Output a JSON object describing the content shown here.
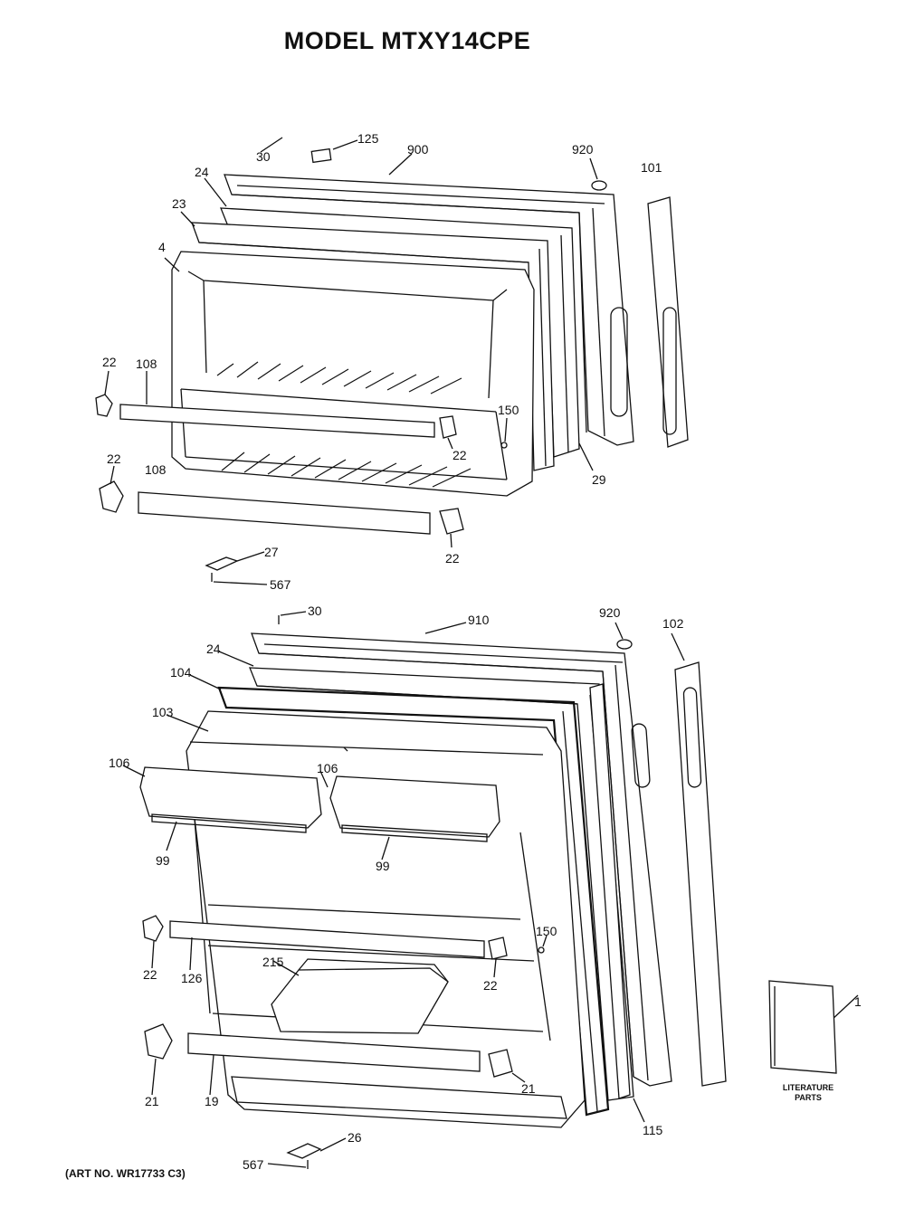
{
  "title": "MODEL MTXY14CPE",
  "art_number": "(ART NO. WR17733 C3)",
  "literature_label_line1": "LITERATURE",
  "literature_label_line2": "PARTS",
  "callouts": {
    "freezer": [
      {
        "id": "fz-30",
        "text": "30"
      },
      {
        "id": "fz-125",
        "text": "125"
      },
      {
        "id": "fz-900",
        "text": "900"
      },
      {
        "id": "fz-920",
        "text": "920"
      },
      {
        "id": "fz-101",
        "text": "101"
      },
      {
        "id": "fz-24",
        "text": "24"
      },
      {
        "id": "fz-23",
        "text": "23"
      },
      {
        "id": "fz-4",
        "text": "4"
      },
      {
        "id": "fz-22a",
        "text": "22"
      },
      {
        "id": "fz-108a",
        "text": "108"
      },
      {
        "id": "fz-150",
        "text": "150"
      },
      {
        "id": "fz-22b",
        "text": "22"
      },
      {
        "id": "fz-29",
        "text": "29"
      },
      {
        "id": "fz-22c",
        "text": "22"
      },
      {
        "id": "fz-108b",
        "text": "108"
      },
      {
        "id": "fz-22d",
        "text": "22"
      },
      {
        "id": "fz-27",
        "text": "27"
      },
      {
        "id": "fz-567",
        "text": "567"
      }
    ],
    "fresh_food": [
      {
        "id": "ff-30",
        "text": "30"
      },
      {
        "id": "ff-910",
        "text": "910"
      },
      {
        "id": "ff-920",
        "text": "920"
      },
      {
        "id": "ff-102",
        "text": "102"
      },
      {
        "id": "ff-24",
        "text": "24"
      },
      {
        "id": "ff-104",
        "text": "104"
      },
      {
        "id": "ff-103",
        "text": "103"
      },
      {
        "id": "ff-106a",
        "text": "106"
      },
      {
        "id": "ff-106b",
        "text": "106"
      },
      {
        "id": "ff-99a",
        "text": "99"
      },
      {
        "id": "ff-99b",
        "text": "99"
      },
      {
        "id": "ff-150",
        "text": "150"
      },
      {
        "id": "ff-22a",
        "text": "22"
      },
      {
        "id": "ff-126",
        "text": "126"
      },
      {
        "id": "ff-215",
        "text": "215"
      },
      {
        "id": "ff-22b",
        "text": "22"
      },
      {
        "id": "ff-21a",
        "text": "21"
      },
      {
        "id": "ff-19",
        "text": "19"
      },
      {
        "id": "ff-21b",
        "text": "21"
      },
      {
        "id": "ff-115",
        "text": "115"
      },
      {
        "id": "ff-26",
        "text": "26"
      },
      {
        "id": "ff-567",
        "text": "567"
      },
      {
        "id": "lit-1",
        "text": "1"
      }
    ]
  }
}
